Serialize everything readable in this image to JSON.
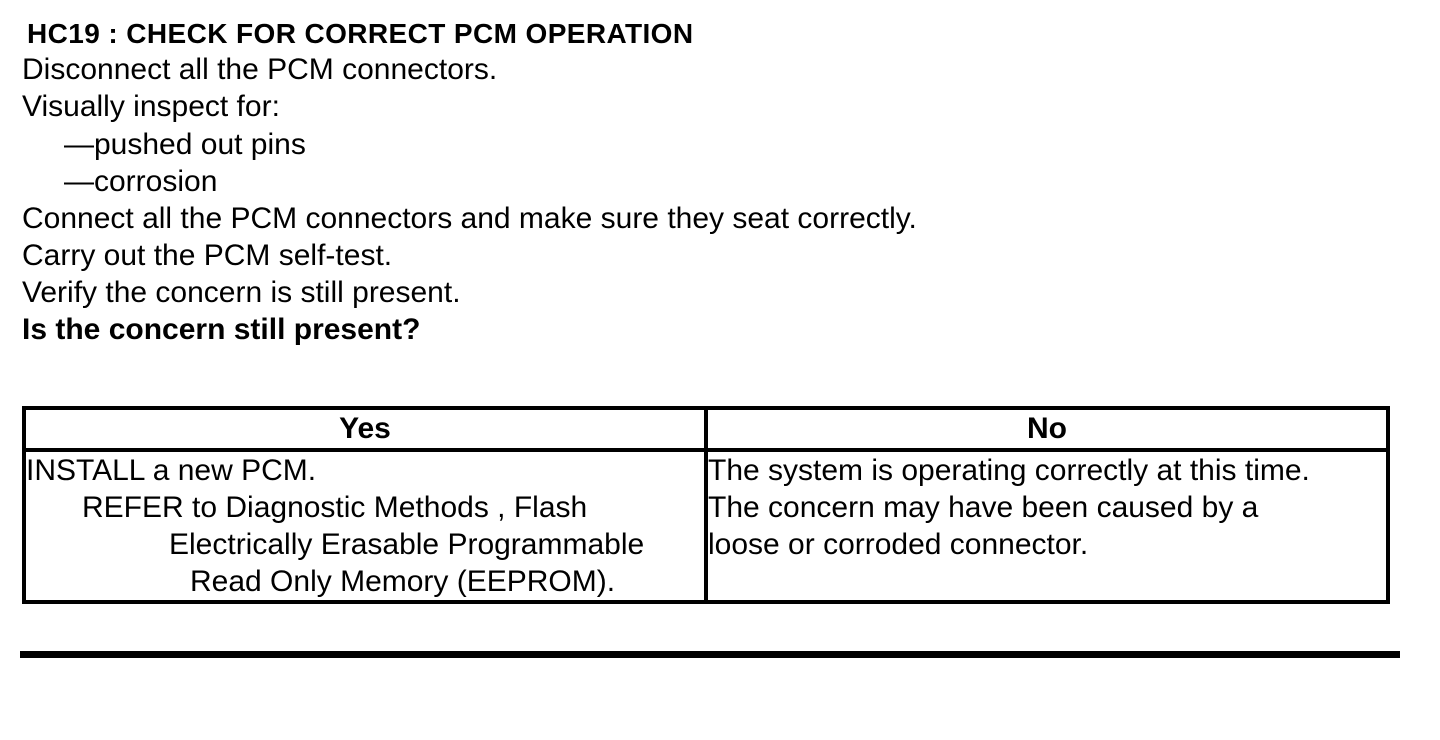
{
  "page": {
    "title": "HC19 : CHECK FOR CORRECT PCM OPERATION",
    "instructions": {
      "disconnect": "Disconnect all the PCM connectors.",
      "inspect_intro": "Visually inspect for:",
      "connect": "Connect all the PCM connectors and make sure they seat correctly.",
      "self_test": "Carry out the PCM self-test.",
      "verify": "Verify the concern is still present.",
      "question": "Is the concern still present?"
    },
    "inspection_items": [
      "—pushed out pins",
      "—corrosion"
    ]
  },
  "table": {
    "headers": [
      "Yes",
      "No"
    ],
    "yes_action_lines": [
      "INSTALL a new PCM.",
      "REFER to Diagnostic Methods , Flash",
      "Electrically Erasable Programmable",
      "Read Only Memory (EEPROM)."
    ],
    "no_action_lines": [
      "The system is operating correctly at this time.",
      "The concern may have been caused by a",
      "loose or corroded connector."
    ]
  },
  "colors": {
    "background": "#ffffff",
    "text": "#000000",
    "border": "#000000"
  }
}
